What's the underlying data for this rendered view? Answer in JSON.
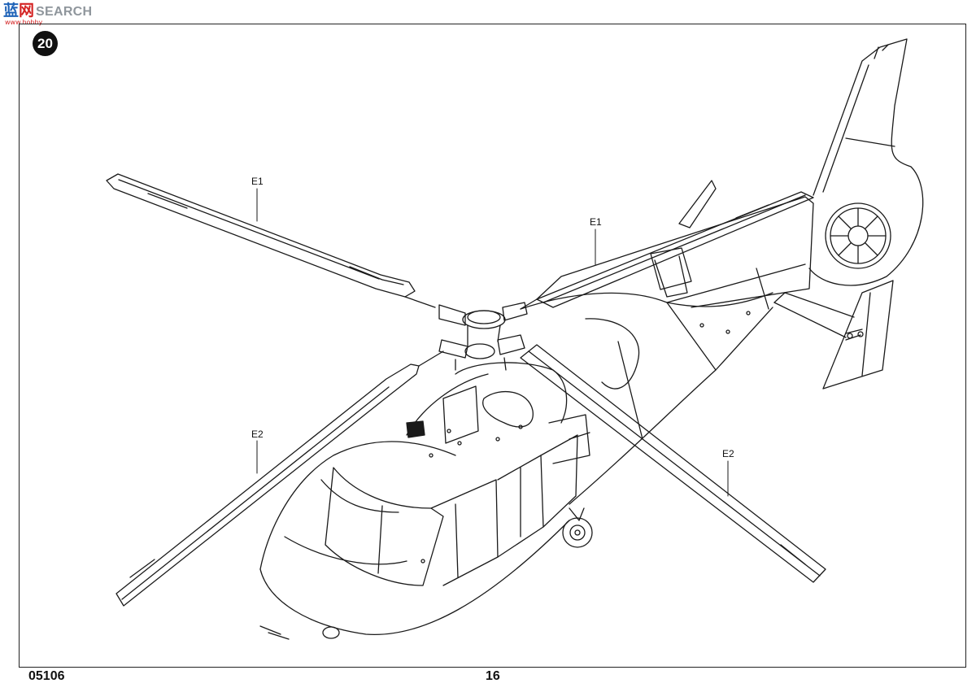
{
  "watermark": {
    "char1": "蓝",
    "char2": "网",
    "brand": "SEARCH",
    "url": "www.hobby..."
  },
  "step_number": "20",
  "callouts": {
    "upper_left_blade": "E1",
    "upper_right_blade": "E1",
    "lower_left_blade": "E2",
    "lower_right_blade": "E2"
  },
  "footer": {
    "kit_number": "05106",
    "page_number": "16"
  }
}
